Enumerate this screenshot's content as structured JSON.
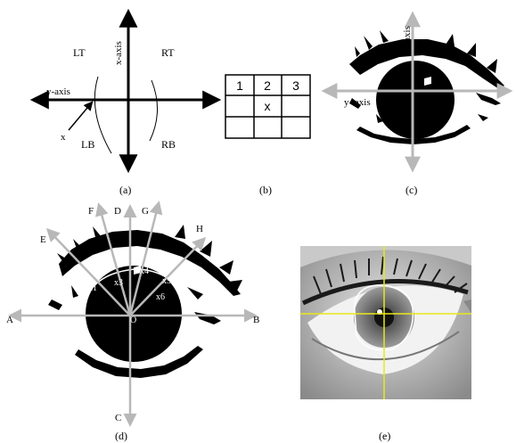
{
  "panel_a": {
    "caption": "(a)",
    "quadrants": {
      "lt": "LT",
      "rt": "RT",
      "lb": "LB",
      "rb": "RB"
    },
    "x_axis_label": "x-axis",
    "y_axis_label": "y-axis",
    "point_label": "x"
  },
  "panel_b": {
    "caption": "(b)",
    "grid": [
      [
        "1",
        "2",
        "3"
      ],
      [
        "",
        "x",
        ""
      ],
      [
        "",
        "",
        ""
      ]
    ]
  },
  "panel_c": {
    "caption": "(c)",
    "x_axis_label": "x-axis",
    "y_axis_label": "y -axis"
  },
  "panel_d": {
    "caption": "(d)",
    "ray_labels": {
      "a": "A",
      "b": "B",
      "c": "C",
      "d": "D",
      "e": "E",
      "f": "F",
      "g": "G",
      "h": "H"
    },
    "points": {
      "x1": "x1",
      "x2": "x2",
      "x3": "x3",
      "x4": "x4",
      "x5": "x5",
      "x6": "x6"
    },
    "origin_label": "O"
  },
  "panel_e": {
    "caption": "(e)",
    "crosshair_color": "#e8e81c"
  }
}
